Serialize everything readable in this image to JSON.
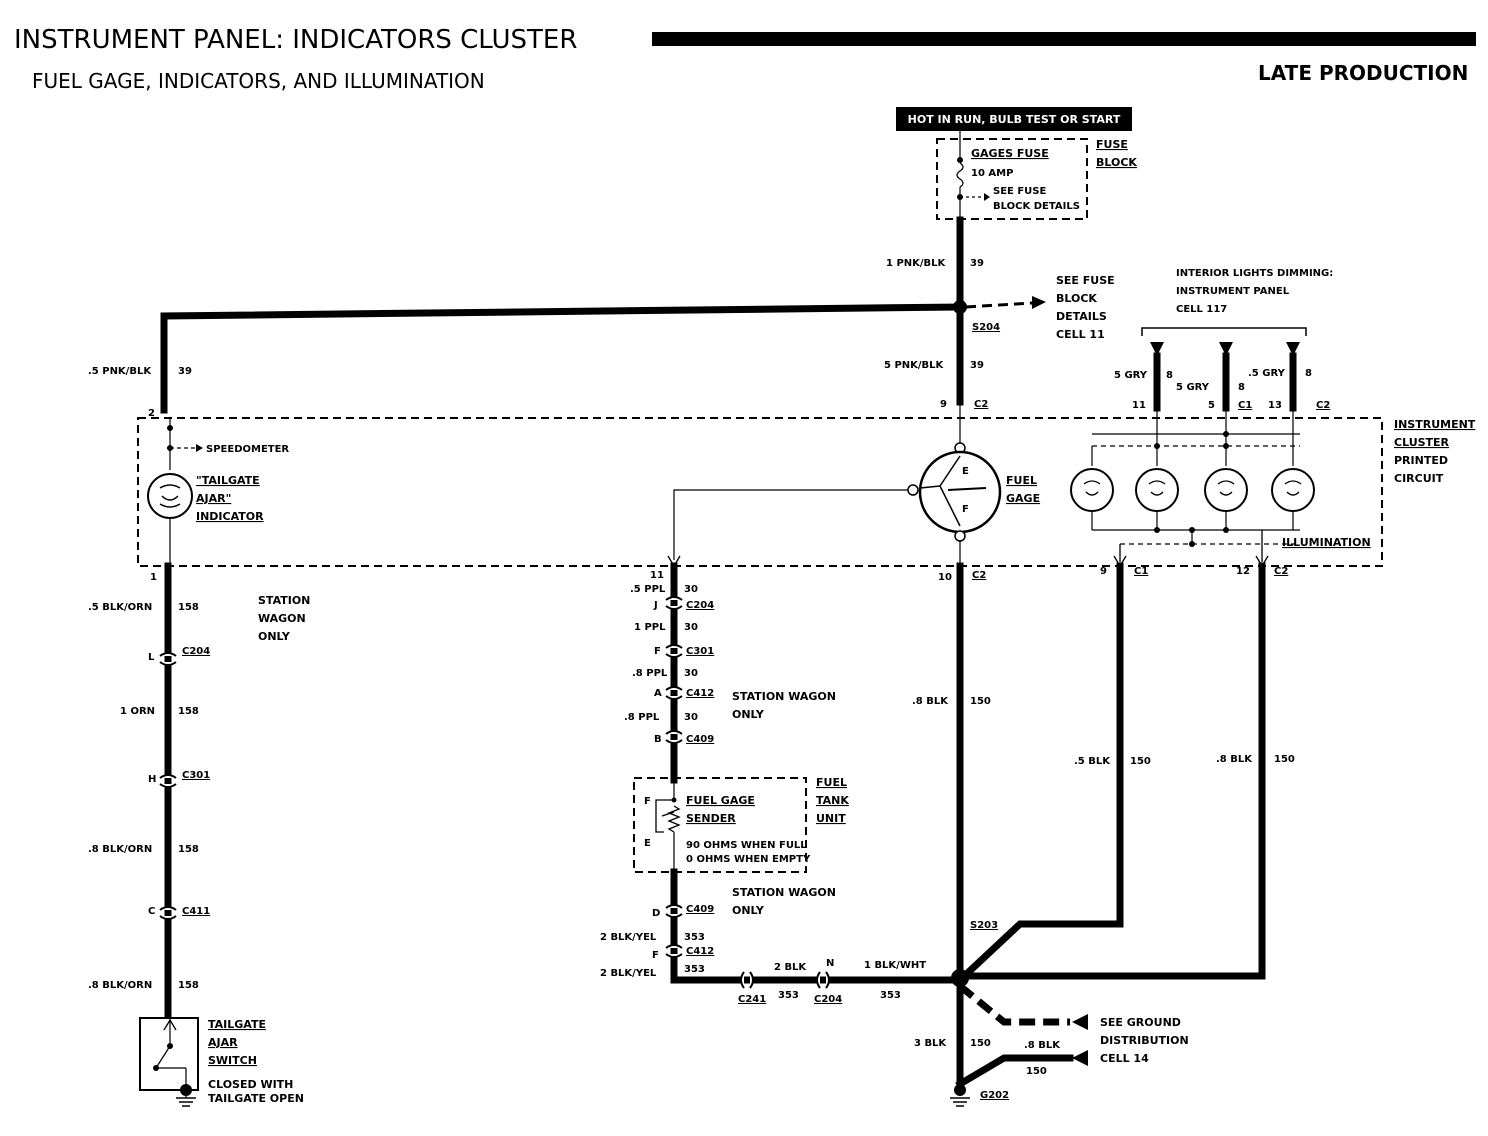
{
  "header": {
    "title": "INSTRUMENT PANEL: INDICATORS CLUSTER",
    "subtitle": "FUEL GAGE, INDICATORS, AND ILLUMINATION",
    "production": "LATE PRODUCTION"
  },
  "power": {
    "hot_label": "HOT IN RUN, BULB TEST OR START",
    "fuse_name": "GAGES FUSE",
    "fuse_rating": "10 AMP",
    "fuse_note_1": "SEE FUSE",
    "fuse_note_2": "BLOCK DETAILS",
    "fuse_block_1": "FUSE",
    "fuse_block_2": "BLOCK"
  },
  "splice_s204": {
    "name": "S204",
    "see_1": "SEE FUSE",
    "see_2": "BLOCK",
    "see_3": "DETAILS",
    "see_4": "CELL 11"
  },
  "dimming": {
    "line1": "INTERIOR LIGHTS DIMMING:",
    "line2": "INSTRUMENT PANEL",
    "line3": "CELL 117"
  },
  "wires": {
    "pnk_blk_1": "1 PNK/BLK",
    "pnk_blk_1_ckt": "39",
    "pnk_blk_5_top": "5 PNK/BLK",
    "pnk_blk_5_top_ckt": "39",
    "pnk_blk_05_left": ".5 PNK/BLK",
    "pnk_blk_05_left_ckt": "39",
    "gry_left": "5 GRY",
    "gry_left_ckt": "8",
    "gry_mid": "5 GRY",
    "gry_mid_ckt": "8",
    "gry_right": ".5 GRY",
    "gry_right_ckt": "8",
    "blk_orn_05": ".5 BLK/ORN",
    "blk_orn_05_ckt": "158",
    "orn_1": "1 ORN",
    "orn_1_ckt": "158",
    "blk_orn_08a": ".8 BLK/ORN",
    "blk_orn_08a_ckt": "158",
    "blk_orn_08b": ".8 BLK/ORN",
    "blk_orn_08b_ckt": "158",
    "ppl_05": ".5 PPL",
    "ppl_05_ckt": "30",
    "ppl_1": "1 PPL",
    "ppl_1_ckt": "30",
    "ppl_08a": ".8 PPL",
    "ppl_08a_ckt": "30",
    "ppl_08b": ".8 PPL",
    "ppl_08b_ckt": "30",
    "blk_yel_2a": "2 BLK/YEL",
    "blk_yel_2a_ckt": "353",
    "blk_yel_2b": "2 BLK/YEL",
    "blk_yel_2b_ckt": "353",
    "blk_2": "2 BLK",
    "blk_2_ckt": "353",
    "blk_wht_1": "1 BLK/WHT",
    "blk_wht_1_ckt": "353",
    "blk_08_gage": ".8 BLK",
    "blk_08_gage_ckt": "150",
    "blk_05_c1": ".5 BLK",
    "blk_05_c1_ckt": "150",
    "blk_08_c2": ".8 BLK",
    "blk_08_c2_ckt": "150",
    "blk_3": "3 BLK",
    "blk_3_ckt": "150",
    "blk_08_gnd": ".8 BLK",
    "blk_08_gnd_ckt": "150"
  },
  "connectors": {
    "pin2": "2",
    "pin9": "9",
    "c2_top": "C2",
    "pin11_top": "11",
    "pin5_top": "5",
    "c1_top": "C1",
    "pin13_top": "13",
    "c2_top_right": "C2",
    "pin1": "1",
    "pin11_bot": "11",
    "pin10_bot": "10",
    "c2_gage": "C2",
    "pin9_bot": "9",
    "c1_bot": "C1",
    "pin12_bot": "12",
    "c2_bot": "C2",
    "l": "L",
    "c204_left": "C204",
    "h": "H",
    "c301_left": "C301",
    "c": "C",
    "c411": "C411",
    "j": "J",
    "c204_mid": "C204",
    "f1": "F",
    "c301_mid": "C301",
    "a": "A",
    "c412_top": "C412",
    "b": "B",
    "c409_top": "C409",
    "d": "D",
    "c409_bot": "C409",
    "f2": "F",
    "c412_bot": "C412",
    "c241": "C241",
    "n": "N",
    "c204_bot": "C204",
    "s203": "S203",
    "g202": "G202"
  },
  "components": {
    "speedometer": "SPEEDOMETER",
    "tailgate_ind_1": "\"TAILGATE",
    "tailgate_ind_2": "AJAR\"",
    "tailgate_ind_3": "INDICATOR",
    "fuel_gage_1": "FUEL",
    "fuel_gage_2": "GAGE",
    "gage_e": "E",
    "gage_f": "F",
    "cluster_1": "INSTRUMENT",
    "cluster_2": "CLUSTER",
    "cluster_3": "PRINTED",
    "cluster_4": "CIRCUIT",
    "illumination": "ILLUMINATION",
    "station_wagon_1": "STATION",
    "station_wagon_2": "WAGON",
    "station_wagon_3": "ONLY",
    "sw_mid_1": "STATION WAGON",
    "sw_mid_2": "ONLY",
    "sw_bot_1": "STATION WAGON",
    "sw_bot_2": "ONLY",
    "sender_1": "FUEL GAGE",
    "sender_2": "SENDER",
    "sender_f": "F",
    "sender_e": "E",
    "sender_note_1": "90 OHMS WHEN FULL",
    "sender_note_2": "0 OHMS WHEN EMPTY",
    "tank_1": "FUEL",
    "tank_2": "TANK",
    "tank_3": "UNIT",
    "switch_1": "TAILGATE",
    "switch_2": "AJAR",
    "switch_3": "SWITCH",
    "switch_note_1": "CLOSED WITH",
    "switch_note_2": "TAILGATE OPEN",
    "ground_1": "SEE GROUND",
    "ground_2": "DISTRIBUTION",
    "ground_3": "CELL 14"
  }
}
